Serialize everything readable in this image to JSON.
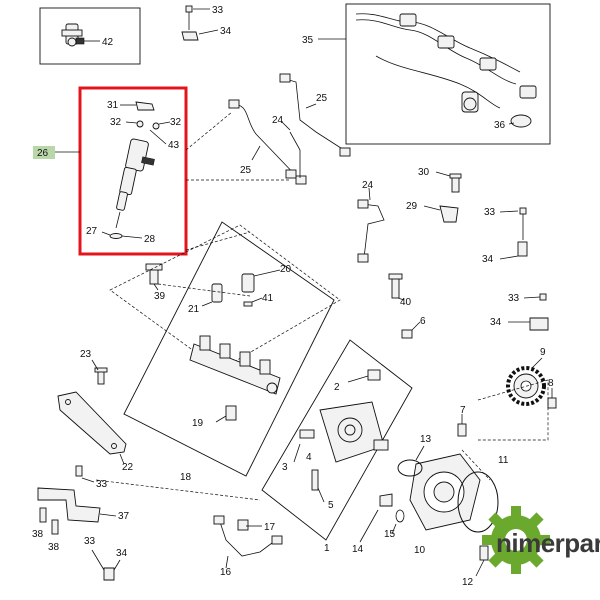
{
  "diagram": {
    "callouts": [
      {
        "id": "c42",
        "text": "42"
      },
      {
        "id": "c33a",
        "text": "33"
      },
      {
        "id": "c34a",
        "text": "34"
      },
      {
        "id": "c35",
        "text": "35"
      },
      {
        "id": "c36",
        "text": "36"
      },
      {
        "id": "c31",
        "text": "31"
      },
      {
        "id": "c32a",
        "text": "32"
      },
      {
        "id": "c32b",
        "text": "32"
      },
      {
        "id": "c43",
        "text": "43"
      },
      {
        "id": "c26",
        "text": "26"
      },
      {
        "id": "c27",
        "text": "27"
      },
      {
        "id": "c28",
        "text": "28"
      },
      {
        "id": "c25a",
        "text": "25"
      },
      {
        "id": "c25b",
        "text": "25"
      },
      {
        "id": "c24a",
        "text": "24"
      },
      {
        "id": "c24b",
        "text": "24"
      },
      {
        "id": "c30",
        "text": "30"
      },
      {
        "id": "c29",
        "text": "29"
      },
      {
        "id": "c33b",
        "text": "33"
      },
      {
        "id": "c34b",
        "text": "34"
      },
      {
        "id": "c33c",
        "text": "33"
      },
      {
        "id": "c34c",
        "text": "34"
      },
      {
        "id": "c39",
        "text": "39"
      },
      {
        "id": "c20",
        "text": "20"
      },
      {
        "id": "c41",
        "text": "41"
      },
      {
        "id": "c21",
        "text": "21"
      },
      {
        "id": "c40",
        "text": "40"
      },
      {
        "id": "c6",
        "text": "6"
      },
      {
        "id": "c23",
        "text": "23"
      },
      {
        "id": "c2",
        "text": "2"
      },
      {
        "id": "c9",
        "text": "9"
      },
      {
        "id": "c8",
        "text": "8"
      },
      {
        "id": "c19",
        "text": "19"
      },
      {
        "id": "c7",
        "text": "7"
      },
      {
        "id": "c22",
        "text": "22"
      },
      {
        "id": "c18",
        "text": "18"
      },
      {
        "id": "c3",
        "text": "3"
      },
      {
        "id": "c4",
        "text": "4"
      },
      {
        "id": "c13",
        "text": "13"
      },
      {
        "id": "c11",
        "text": "11"
      },
      {
        "id": "c33d",
        "text": "33"
      },
      {
        "id": "c5",
        "text": "5"
      },
      {
        "id": "c37",
        "text": "37"
      },
      {
        "id": "c17",
        "text": "17"
      },
      {
        "id": "c15",
        "text": "15"
      },
      {
        "id": "c38a",
        "text": "38"
      },
      {
        "id": "c38b",
        "text": "38"
      },
      {
        "id": "c1",
        "text": "1"
      },
      {
        "id": "c14",
        "text": "14"
      },
      {
        "id": "c10",
        "text": "10"
      },
      {
        "id": "c33e",
        "text": "33"
      },
      {
        "id": "c34d",
        "text": "34"
      },
      {
        "id": "c16",
        "text": "16"
      },
      {
        "id": "c12",
        "text": "12"
      }
    ]
  },
  "watermark": {
    "brand_text": "nimerparts",
    "colors": {
      "gear": "#6aa82e",
      "text": "#3a3a3a",
      "highlight_box": "#e3141b",
      "tag_fill": "#b9d7a8"
    },
    "icon": "gear-icon"
  }
}
